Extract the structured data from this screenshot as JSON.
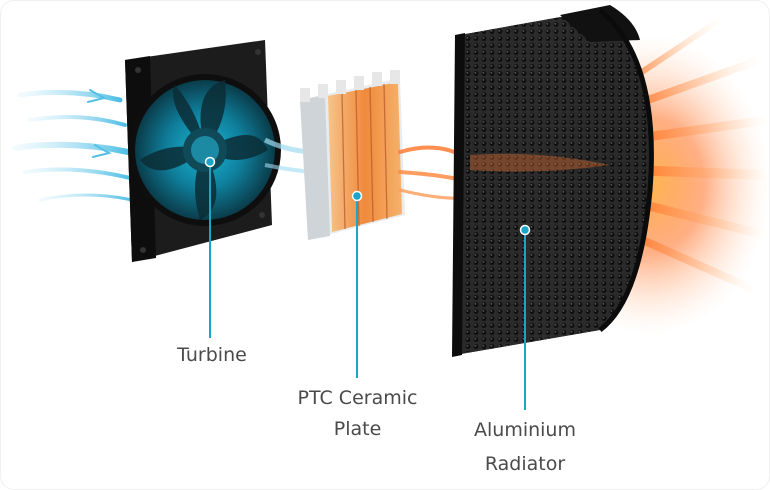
{
  "components": {
    "turbine": {
      "label": "Turbine",
      "icon": "fan-icon"
    },
    "ptc_plate": {
      "label_line1": "PTC Ceramic",
      "label_line2": "Plate",
      "icon": "ptc-ceramic-plate-icon"
    },
    "radiator": {
      "label_line1": "Aluminium",
      "label_line2": "Radiator",
      "icon": "aluminium-radiator-icon"
    }
  },
  "colors": {
    "callout_line": "#1aa6c8",
    "cool_air": "#5ec8ea",
    "hot_air": "#ff8a3c",
    "label_text": "#4a4a4a"
  }
}
